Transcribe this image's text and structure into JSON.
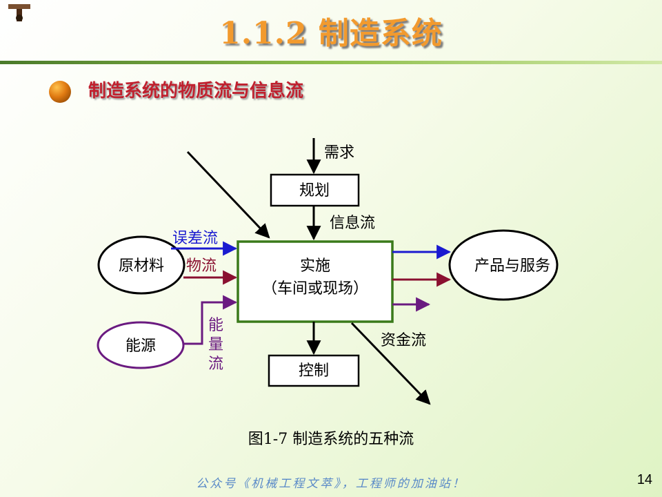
{
  "slide": {
    "title": "1.1.2 制造系统",
    "subtitle": "制造系统的物质流与信息流",
    "caption": "图1-7 制造系统的五种流",
    "footer": "公众号《机械工程文萃》，工程师的加油站！",
    "page_number": "14"
  },
  "diagram": {
    "nodes": {
      "demand": "需求",
      "planning": "规划",
      "info_flow": "信息流",
      "execution_line1": "实施",
      "execution_line2": "（车间或现场）",
      "raw_material": "原材料",
      "products": "产品与服务",
      "energy": "能源",
      "control": "控制",
      "capital_flow": "资金流"
    },
    "flows": {
      "error_flow": "误差流",
      "material_flow": "物流",
      "energy_flow_1": "能",
      "energy_flow_2": "量",
      "energy_flow_3": "流"
    },
    "colors": {
      "error_flow": "#1a1ad0",
      "material_flow": "#8a1030",
      "energy_flow": "#6a1a80",
      "execution_border": "#3a7a1a"
    }
  }
}
